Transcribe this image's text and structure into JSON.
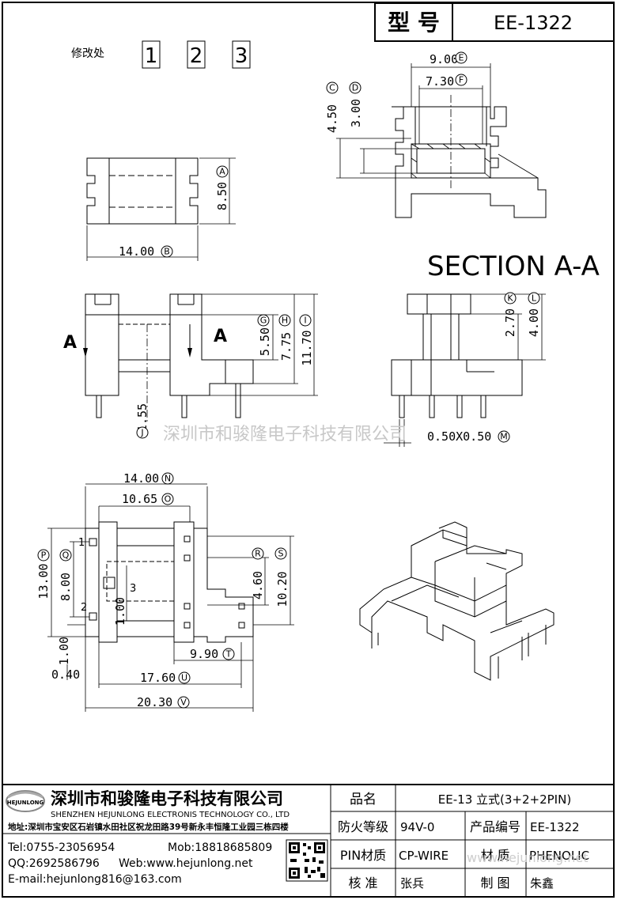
{
  "header": {
    "model_label": "型 号",
    "model_value": "EE-1322",
    "revision_label": "修改处",
    "revisions": [
      "1",
      "2",
      "3"
    ]
  },
  "section_title": "SECTION A-A",
  "section_markers": [
    "A",
    "A"
  ],
  "watermark": "深圳市和骏隆电子科技有限公司",
  "watermark_url": "www.hejunlong.net",
  "dimensions": {
    "E": {
      "value": "9.00",
      "letter": "E"
    },
    "F": {
      "value": "7.30",
      "letter": "F"
    },
    "C": {
      "value": "4.50",
      "letter": "C"
    },
    "D": {
      "value": "3.00",
      "letter": "D"
    },
    "A": {
      "value": "8.50",
      "letter": "A"
    },
    "B": {
      "value": "14.00",
      "letter": "B"
    },
    "G": {
      "value": "5.50",
      "letter": "G"
    },
    "H": {
      "value": "7.75",
      "letter": "H"
    },
    "I": {
      "value": "11.70",
      "letter": "I"
    },
    "J": {
      "value": "1.55",
      "letter": "J"
    },
    "K": {
      "value": "2.70",
      "letter": "K"
    },
    "L": {
      "value": "4.00",
      "letter": "L"
    },
    "M": {
      "value": "0.50X0.50",
      "letter": "M"
    },
    "N": {
      "value": "14.00",
      "letter": "N"
    },
    "O": {
      "value": "10.65",
      "letter": "O"
    },
    "P": {
      "value": "13.00",
      "letter": "P"
    },
    "Q": {
      "value": "8.00",
      "letter": "Q"
    },
    "R": {
      "value": "4.60",
      "letter": "R"
    },
    "S": {
      "value": "10.20",
      "letter": "S"
    },
    "T": {
      "value": "9.90",
      "letter": "T"
    },
    "U": {
      "value": "17.60",
      "letter": "U"
    },
    "V": {
      "value": "20.30",
      "letter": "V"
    },
    "extra_100a": "1.00",
    "extra_100b": "1.00",
    "extra_040": "0.40"
  },
  "pin_numbers": [
    "1",
    "2",
    "3"
  ],
  "company": {
    "logo_text": "HEJUNLONG",
    "name_cn": "深圳市和骏隆电子科技有限公司",
    "name_en": "SHENZHEN HEJUNLONG ELECTRONIS TECHNOLOGY CO., LTD",
    "address": "地址:深圳市宝安区石岩镇水田社区祝龙田路39号新永丰恒隆工业园三栋四楼",
    "tel": "Tel:0755-23056954",
    "mob": "Mob:18818685809",
    "qq": "QQ:2692586796",
    "web": "Web:www.hejunlong.net",
    "email": "E-mail:hejunlong816@163.com"
  },
  "title_block": {
    "product_name_label": "品名",
    "product_name_value": "EE-13 立式(3+2+2PIN)",
    "fire_rating_label": "防火等级",
    "fire_rating_value": "94V-0",
    "product_code_label": "产品编号",
    "product_code_value": "EE-1322",
    "pin_material_label": "PIN材质",
    "pin_material_value": "CP-WIRE",
    "material_label": "材  质",
    "material_value": "PHENOLIC",
    "checker_label": "核 准",
    "checker_value": "张兵",
    "drawer_label": "制 图",
    "drawer_value": "朱鑫"
  }
}
